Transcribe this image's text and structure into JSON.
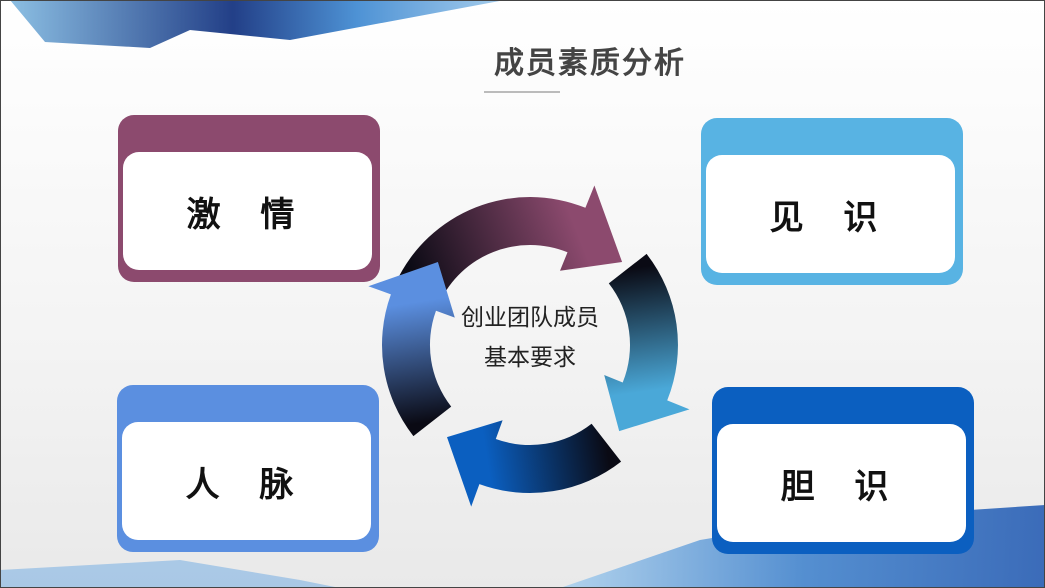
{
  "title": "成员素质分析",
  "center_text": [
    "创业团队成员",
    "基本要求"
  ],
  "cards": [
    {
      "label": "激 情",
      "color": "#8c4a6e"
    },
    {
      "label": "见 识",
      "color": "#58b3e3"
    },
    {
      "label": "人 脉",
      "color": "#5b8fe0"
    },
    {
      "label": "胆 识",
      "color": "#0b5fc0"
    }
  ],
  "arrow_colors": [
    "#8c4a6e",
    "#4aa8d8",
    "#0b5fc0",
    "#5b8fe0"
  ]
}
